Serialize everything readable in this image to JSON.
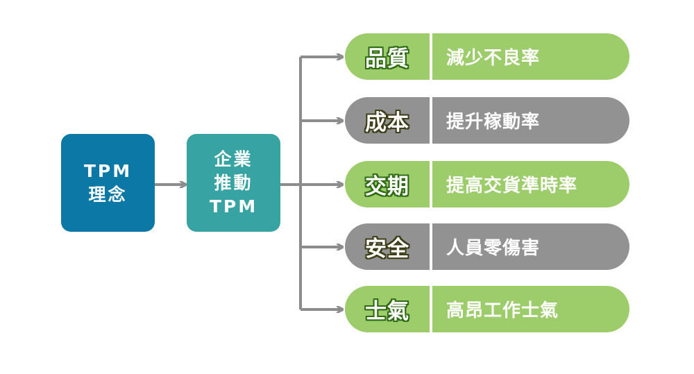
{
  "colors": {
    "tpm_box": "#0b78a6",
    "push_box": "#37a3a2",
    "connector": "#8c8c8c",
    "green_pill": "#9dcc6b",
    "gray_pill": "#929292",
    "green_key_outline": "#2e6b12",
    "gray_key_outline": "#3d3d17"
  },
  "root": {
    "lines": [
      "TPM",
      "理念"
    ]
  },
  "middle": {
    "lines": [
      "企業",
      "推動",
      "TPM"
    ]
  },
  "items": [
    {
      "key": "品質",
      "value": "減少不良率",
      "color": "green"
    },
    {
      "key": "成本",
      "value": "提升稼動率",
      "color": "gray"
    },
    {
      "key": "交期",
      "value": "提高交貨準時率",
      "color": "green"
    },
    {
      "key": "安全",
      "value": "人員零傷害",
      "color": "gray"
    },
    {
      "key": "士氣",
      "value": "高昂工作士氣",
      "color": "green"
    }
  ]
}
